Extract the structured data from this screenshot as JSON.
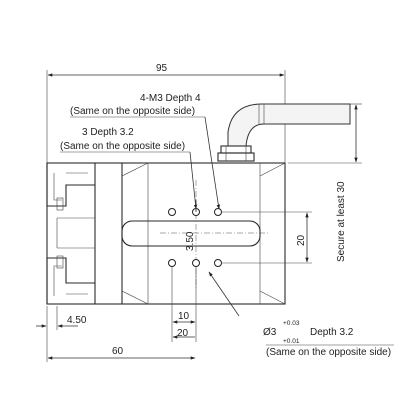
{
  "drawing": {
    "dimensions": {
      "overall_width": "95",
      "hole_pitch_y": "3.50",
      "slot_spacing": "20",
      "cable_secure": "Secure at least 30",
      "pitch_10": "10",
      "pitch_20": "20",
      "offset_4_50": "4.50",
      "offset_60": "60"
    },
    "callouts": {
      "m3_holes": "4-M3 Depth 4",
      "m3_note": "(Same on the opposite side)",
      "depth_holes": "3 Depth 3.2",
      "depth_note": "(Same on the opposite side)",
      "pin_hole_prefix": "Ø3",
      "pin_tol_upper": "+0.03",
      "pin_tol_lower": "+0.01",
      "pin_depth": "Depth 3.2",
      "pin_note": "(Same on the opposite side)"
    }
  }
}
